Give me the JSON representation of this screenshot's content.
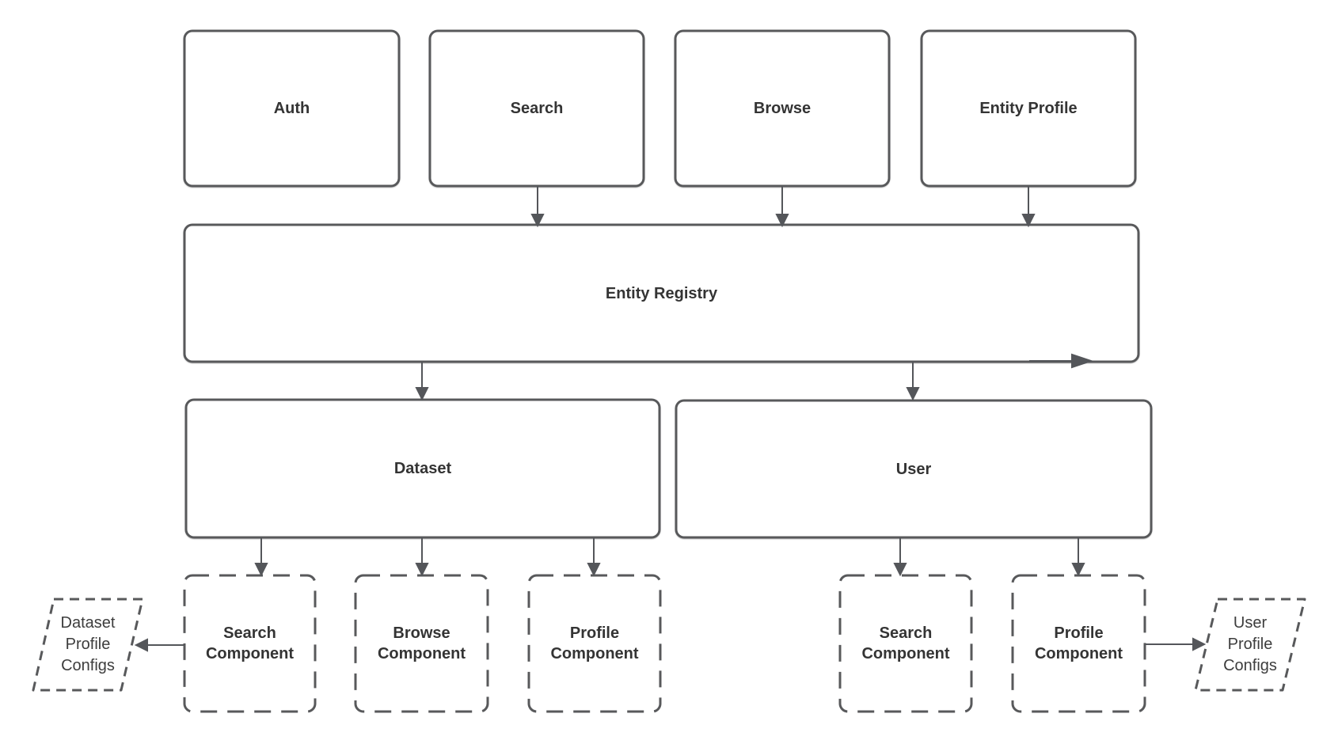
{
  "diagram": {
    "nodes": {
      "auth": {
        "label": "Auth",
        "shape": "rounded-rect",
        "border": "solid"
      },
      "search": {
        "label": "Search",
        "shape": "rounded-rect",
        "border": "solid"
      },
      "browse": {
        "label": "Browse",
        "shape": "rounded-rect",
        "border": "solid"
      },
      "entity_profile": {
        "label": "Entity Profile",
        "shape": "rounded-rect",
        "border": "solid"
      },
      "entity_registry": {
        "label": "Entity Registry",
        "shape": "rounded-rect",
        "border": "solid"
      },
      "dataset": {
        "label": "Dataset",
        "shape": "rounded-rect",
        "border": "solid"
      },
      "user": {
        "label": "User",
        "shape": "rounded-rect",
        "border": "solid"
      },
      "dataset_search_component": {
        "label": "Search Component",
        "shape": "rounded-rect",
        "border": "dashed"
      },
      "dataset_browse_component": {
        "label": "Browse Component",
        "shape": "rounded-rect",
        "border": "dashed"
      },
      "dataset_profile_component": {
        "label": "Profile Component",
        "shape": "rounded-rect",
        "border": "dashed"
      },
      "user_search_component": {
        "label": "Search Component",
        "shape": "rounded-rect",
        "border": "dashed"
      },
      "user_profile_component": {
        "label": "Profile Component",
        "shape": "rounded-rect",
        "border": "dashed"
      },
      "dataset_profile_configs": {
        "label": "Dataset Profile Configs",
        "shape": "parallelogram",
        "border": "dashed"
      },
      "user_profile_configs": {
        "label": "User Profile Configs",
        "shape": "parallelogram",
        "border": "dashed"
      }
    },
    "edges": [
      {
        "from": "search",
        "to": "entity_registry",
        "direction": "down"
      },
      {
        "from": "browse",
        "to": "entity_registry",
        "direction": "down"
      },
      {
        "from": "entity_profile",
        "to": "entity_registry",
        "direction": "down"
      },
      {
        "from": "entity_registry",
        "to": "dataset",
        "direction": "down"
      },
      {
        "from": "entity_registry",
        "to": "user",
        "direction": "down"
      },
      {
        "from": "entity_registry",
        "to": "entity_registry",
        "direction": "right",
        "note": "arrowhead on bottom edge near right corner"
      },
      {
        "from": "dataset",
        "to": "dataset_search_component",
        "direction": "down"
      },
      {
        "from": "dataset",
        "to": "dataset_browse_component",
        "direction": "down"
      },
      {
        "from": "dataset",
        "to": "dataset_profile_component",
        "direction": "down"
      },
      {
        "from": "user",
        "to": "user_search_component",
        "direction": "down"
      },
      {
        "from": "user",
        "to": "user_profile_component",
        "direction": "down"
      },
      {
        "from": "dataset_search_component",
        "to": "dataset_profile_configs",
        "direction": "left"
      },
      {
        "from": "user_profile_component",
        "to": "user_profile_configs",
        "direction": "right"
      }
    ],
    "colors": {
      "background": "#ffffff",
      "stroke": "#58595b",
      "text": "#343434"
    }
  }
}
